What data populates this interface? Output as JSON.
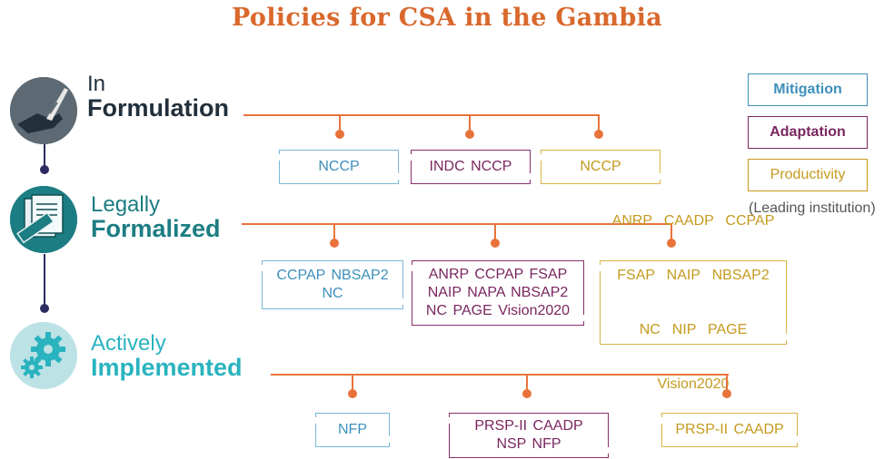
{
  "title": "Policies for CSA in the Gambia",
  "colors": {
    "mitigation": "#3d8fbb",
    "adaptation": "#7a2660",
    "productivity": "#c59a1e",
    "connector": "#e8733a",
    "timeline": "#2c2c5f"
  },
  "stages": [
    {
      "line1": "In",
      "line2": "Formulation",
      "label_color": "#22303c",
      "icon": "hand-writing-icon",
      "mitigation": [
        "NCCP"
      ],
      "adaptation": [
        "INDC NCCP"
      ],
      "productivity": [
        "NCCP"
      ]
    },
    {
      "line1": "Legally",
      "line2": "Formalized",
      "label_color": "#1c7d83",
      "icon": "stamped-document-icon",
      "mitigation": [
        "CCPAP NBSAP2",
        "NC"
      ],
      "adaptation": [
        "ANRP CCPAP FSAP",
        "NAIP NAPA NBSAP2",
        "NC PAGE Vision2020"
      ],
      "productivity": [
        "ANRP  CAADP  CCPAP",
        "FSAP  NAIP  NBSAP2",
        "NC  NIP  PAGE",
        "Vision2020"
      ]
    },
    {
      "line1": "Actively",
      "line2": "Implemented",
      "label_color": "#2ab3bf",
      "icon": "gears-icon",
      "mitigation": [
        "NFP"
      ],
      "adaptation": [
        "PRSP-II CAADP",
        "NSP NFP"
      ],
      "productivity": [
        "PRSP-II CAADP"
      ]
    }
  ],
  "legend": {
    "mitigation": "Mitigation",
    "adaptation": "Adaptation",
    "productivity": "Productivity",
    "note": "(Leading institution)"
  }
}
